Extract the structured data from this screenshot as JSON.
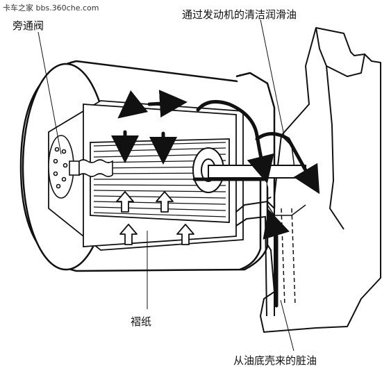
{
  "watermark": "卡车之家 bbs.360che.com",
  "labels": {
    "bypass_valve": "旁通阀",
    "clean_oil": "通过发动机的清洁润滑油",
    "pleated_paper": "褶纸",
    "dirty_oil": "从油底壳来的脏油"
  },
  "colors": {
    "stroke": "#111111",
    "fill": "#ffffff",
    "text": "#111111"
  }
}
